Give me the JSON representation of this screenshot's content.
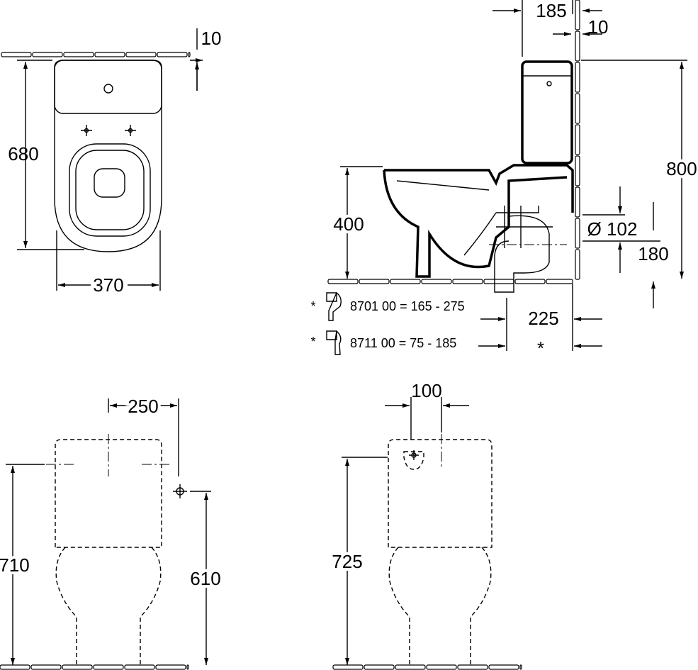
{
  "top_view": {
    "dim_wall_gap": "10",
    "dim_depth": "680",
    "dim_width": "370"
  },
  "side_view": {
    "dim_tank_depth": "185",
    "dim_wall_gap": "10",
    "dim_total_height": "800",
    "dim_seat_height": "400",
    "dim_outlet_diameter": "Ø 102",
    "dim_outlet_height": "180",
    "dim_outlet_distance": "225",
    "dim_outlet_distance_variable": "*"
  },
  "legend": [
    {
      "marker": "*",
      "text": "8701 00 = 165 - 275"
    },
    {
      "marker": "*",
      "text": "8711 00 = 75 - 185"
    }
  ],
  "front_view": {
    "dim_inlet_offset": "250",
    "dim_tank_height": "710",
    "dim_inlet_height": "610"
  },
  "rear_view": {
    "dim_fixing_spacing": "100",
    "dim_height": "725"
  }
}
